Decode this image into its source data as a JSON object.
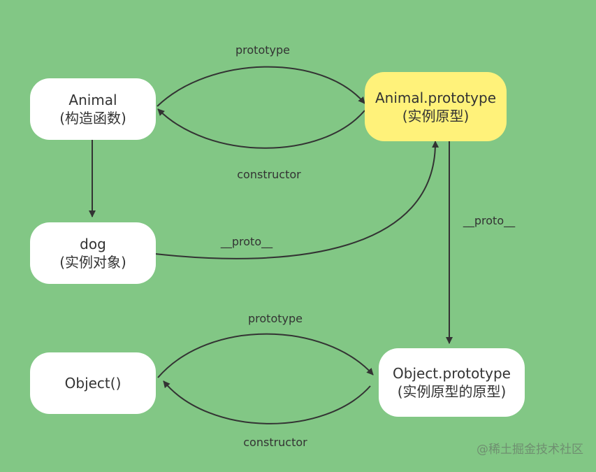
{
  "nodes": {
    "animal": {
      "title": "Animal",
      "subtitle": "(构造函数)"
    },
    "animal_prototype": {
      "title": "Animal.prototype",
      "subtitle": "(实例原型)"
    },
    "dog": {
      "title": "dog",
      "subtitle": "(实例对象)"
    },
    "object": {
      "title": "Object()"
    },
    "object_prototype": {
      "title": "Object.prototype",
      "subtitle": "(实例原型的原型)"
    }
  },
  "edges": {
    "animal_prototype_label": "prototype",
    "animal_constructor_label": "constructor",
    "dog_proto_label": "__proto__",
    "animal_prototype_proto_label": "__proto__",
    "object_prototype_label": "prototype",
    "object_constructor_label": "constructor"
  },
  "colors": {
    "background": "#82c785",
    "node": "#ffffff",
    "highlight_node": "#fff27a",
    "line": "#333333"
  },
  "watermark": "@稀土掘金技术社区"
}
